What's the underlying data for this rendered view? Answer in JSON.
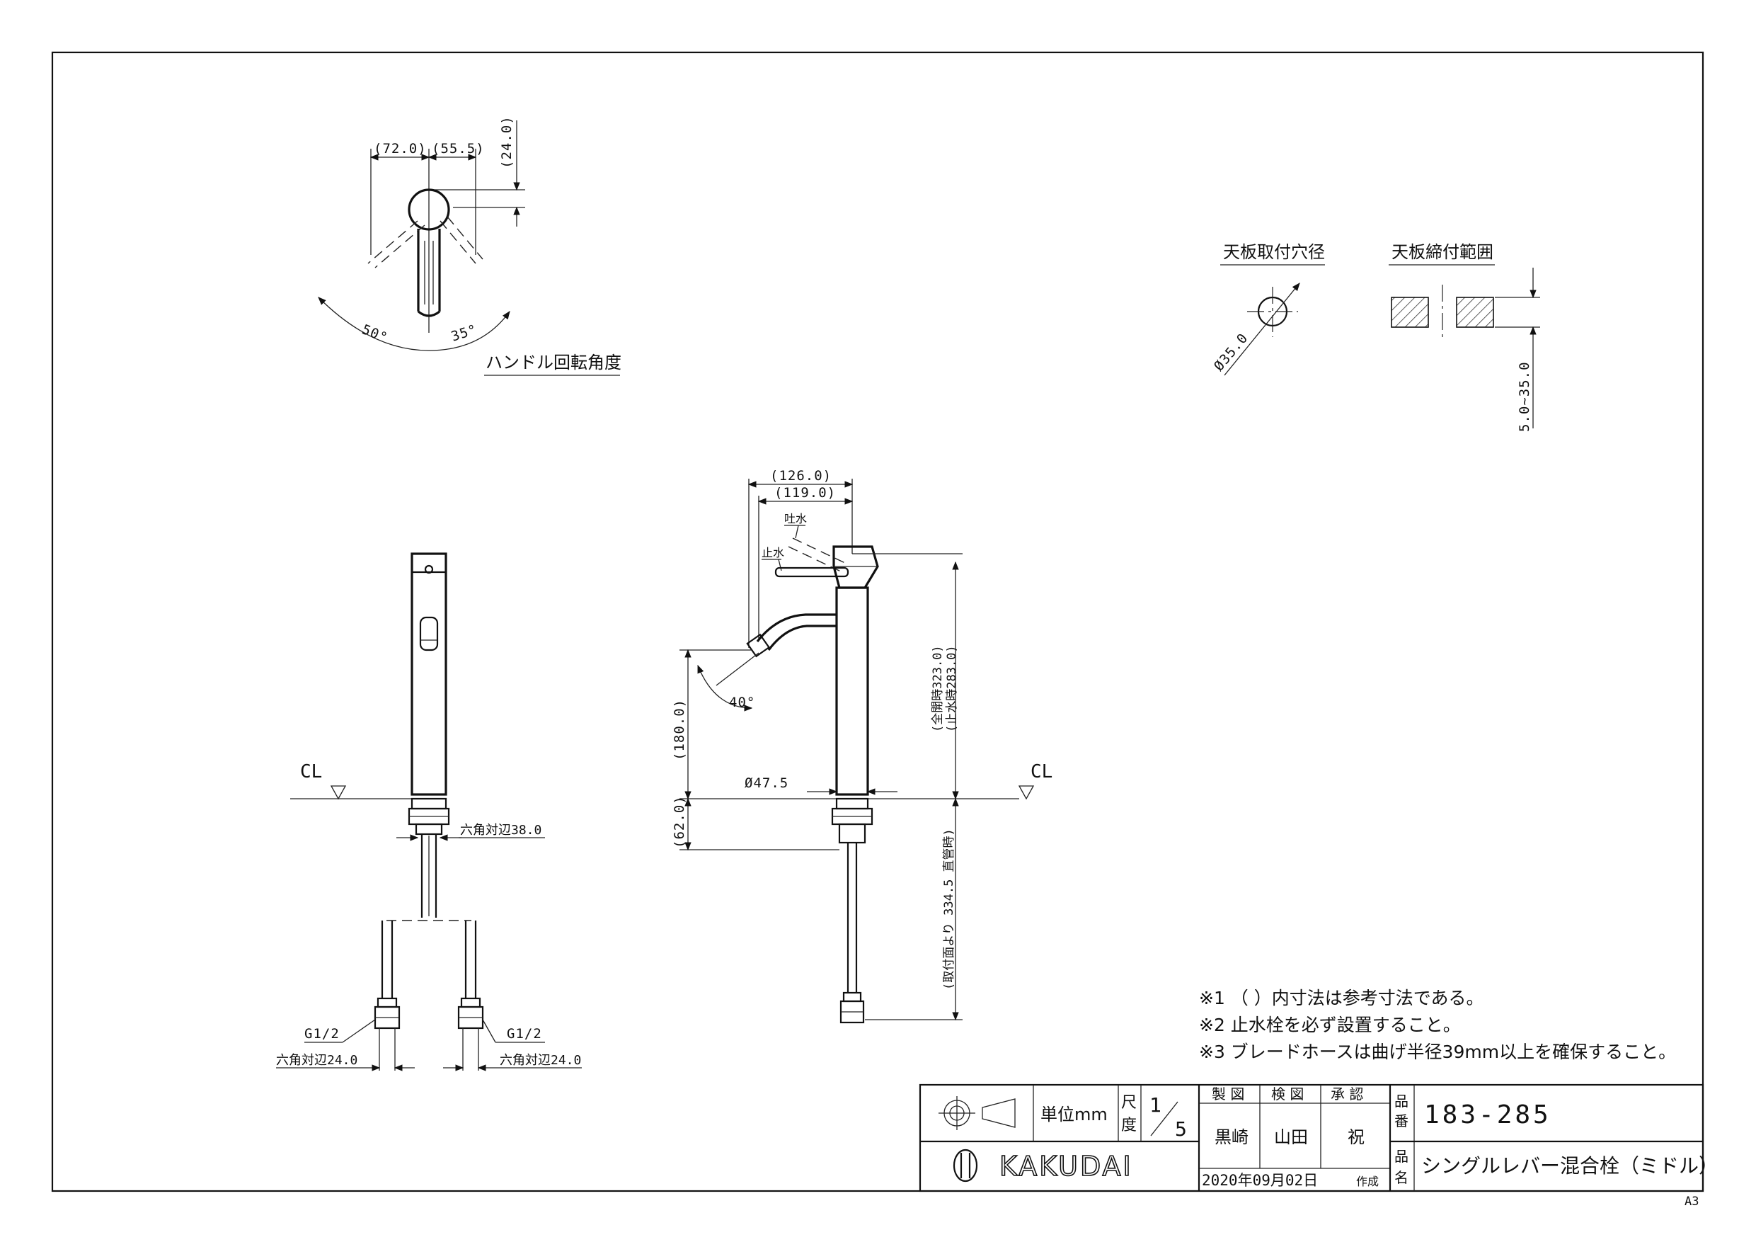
{
  "top_view": {
    "dim_left": "(72.0)",
    "dim_right": "(55.5)",
    "dim_height": "(24.0)",
    "angle_left": "50°",
    "angle_right": "35°",
    "caption": "ハンドル回転角度"
  },
  "hole": {
    "title": "天板取付穴径",
    "diameter": "Ø35.0"
  },
  "clamp": {
    "title": "天板締付範囲",
    "range": "5.0~35.0"
  },
  "front_view": {
    "cl": "CL",
    "hex_body": "六角対辺38.0",
    "thread_left": "G1/2",
    "thread_right": "G1/2",
    "hex_left": "六角対辺24.0",
    "hex_right": "六角対辺24.0"
  },
  "side_view": {
    "dim_126": "(126.0)",
    "dim_119": "(119.0)",
    "label_open": "吐水",
    "label_close": "止水",
    "height_open": "(全開時323.0)",
    "height_close": "(止水時283.0)",
    "spout_height": "(180.0)",
    "angle": "40°",
    "diameter": "Ø47.5",
    "below_deck": "(62.0)",
    "hose_length": "(取付面より 334.5 直管時)",
    "cl": "CL"
  },
  "notes": [
    "※1 （ ）内寸法は参考寸法である。",
    "※2 止水栓を必ず設置すること。",
    "※3 ブレードホースは曲げ半径39mm以上を確保すること。"
  ],
  "title_block": {
    "unit_label": "単位mm",
    "scale_label_1": "尺",
    "scale_label_2": "度",
    "scale_num": "1",
    "scale_den": "5",
    "seizu": "製 図",
    "kenzu": "検 図",
    "shonin": "承 認",
    "drafter": "黒崎",
    "checker": "山田",
    "approver": "祝",
    "hinban_label_1": "品",
    "hinban_label_2": "番",
    "hinmei_label_1": "品",
    "hinmei_label_2": "名",
    "part_number": "183-285",
    "part_name": "シングルレバー混合栓（ミドル）",
    "date": "2020年09月02日",
    "sakusei": "作成",
    "brand": "KAKUDAI"
  },
  "sheet_size": "A3"
}
